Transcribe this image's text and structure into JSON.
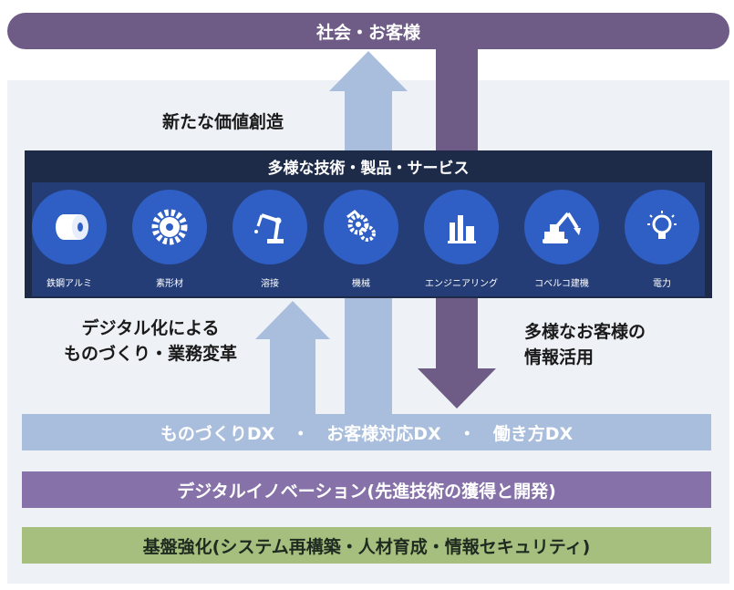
{
  "top_bar": {
    "label": "社会・お客様"
  },
  "left_top_label": "新たな価値創造",
  "left_mid_label": {
    "line1": "デジタル化による",
    "line2": "ものづくり・業務変革"
  },
  "right_label": {
    "line1": "多様なお客様の",
    "line2": "情報活用"
  },
  "services": {
    "title": "多様な技術・製品・サービス",
    "items": [
      {
        "label": "鉄鋼アルミ",
        "icon": "steel-coil-icon"
      },
      {
        "label": "素形材",
        "icon": "gear-icon"
      },
      {
        "label": "溶接",
        "icon": "welding-robot-icon"
      },
      {
        "label": "機械",
        "icon": "machinery-icon"
      },
      {
        "label": "エンジニアリング",
        "icon": "engineering-plant-icon"
      },
      {
        "label": "コベルコ建機",
        "icon": "excavator-icon"
      },
      {
        "label": "電力",
        "icon": "light-bulb-icon"
      }
    ]
  },
  "dx_bar": {
    "label": "ものづくりDX　・　お客様対応DX　・　働き方DX"
  },
  "innovation_bar": {
    "label": "デジタルイノベーション(先進技術の獲得と開発)"
  },
  "base_bar": {
    "label": "基盤強化(システム再構築・人材育成・情報セキュリティ)"
  },
  "colors": {
    "purple_dark": "#6e5c87",
    "blue_light": "#a9bedd",
    "navy": "#1d2b49",
    "circle_blue": "#2f5fc4",
    "green": "#a6be7e",
    "purple_mid": "#8672a8"
  }
}
